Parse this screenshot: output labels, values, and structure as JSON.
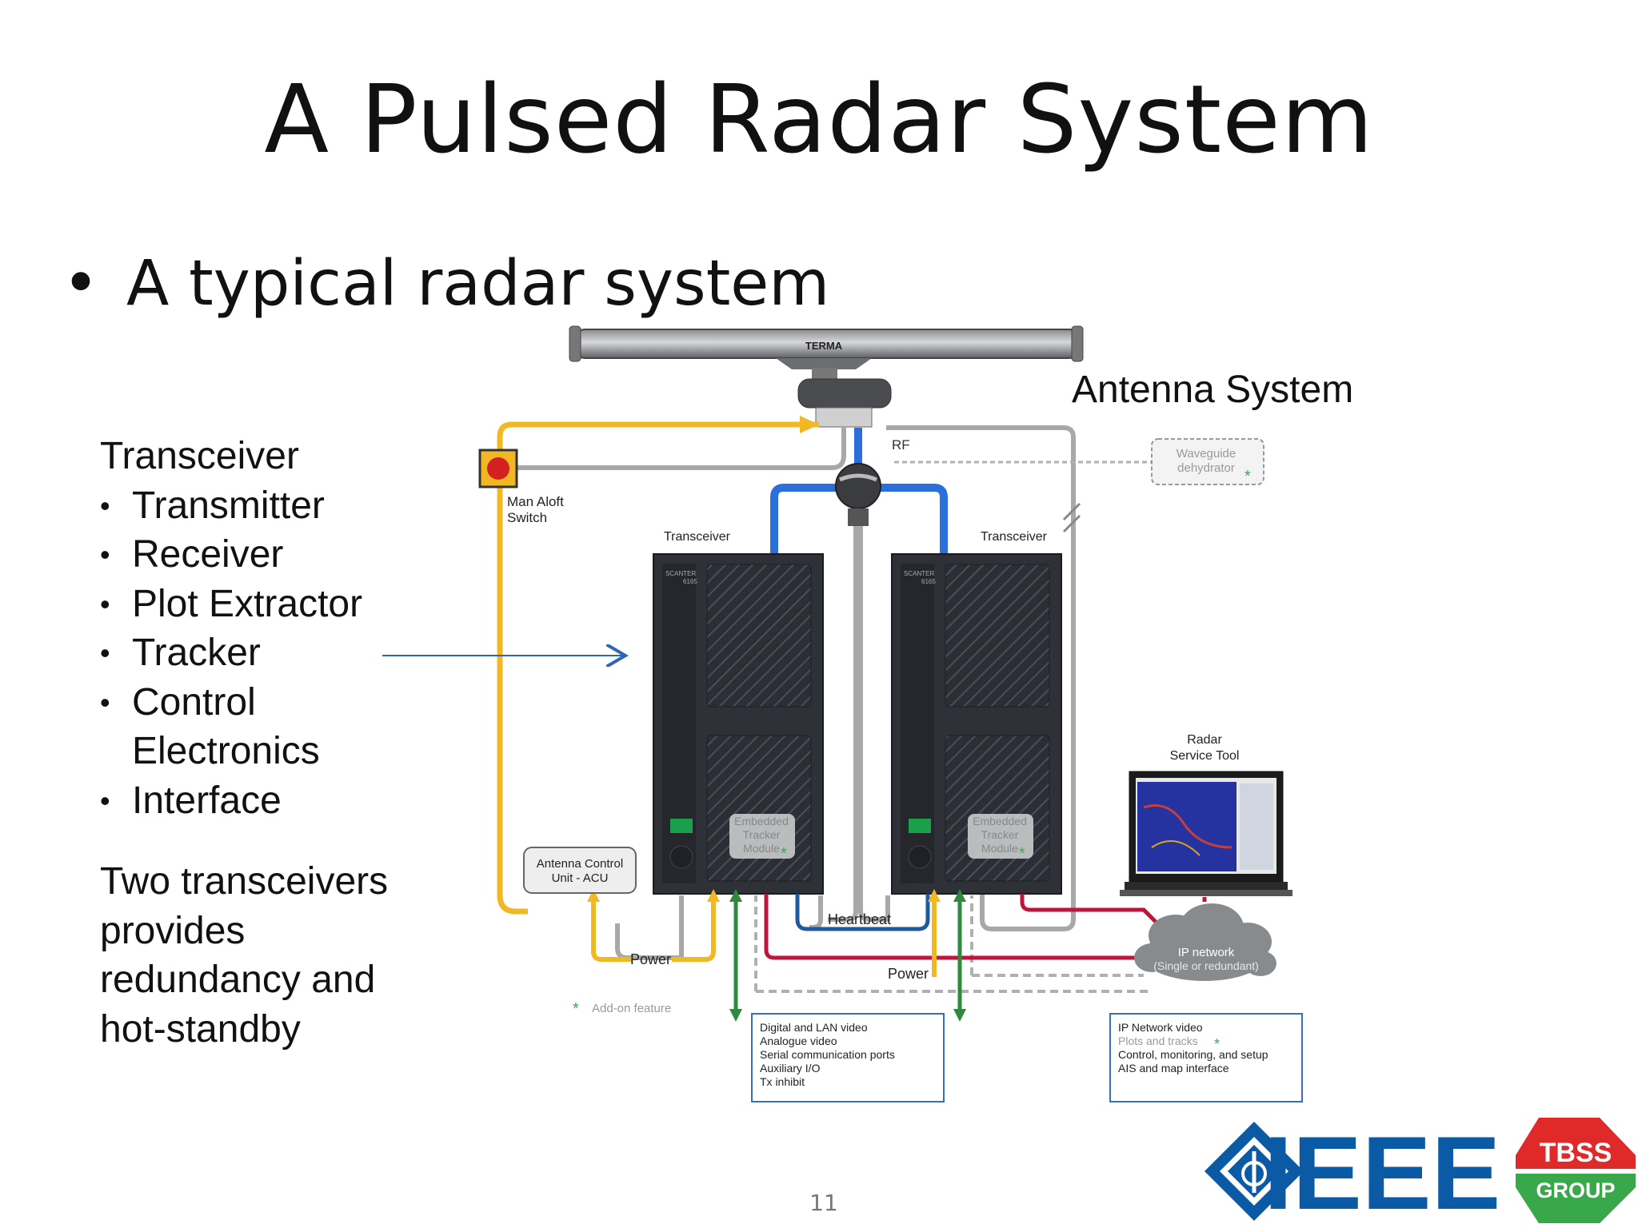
{
  "slide": {
    "title": "A Pulsed Radar System",
    "bullet": "A typical radar system",
    "bullet_marker": "•",
    "page_number": "11"
  },
  "left_panel": {
    "heading": "Transceiver",
    "items": [
      "Transmitter",
      "Receiver",
      "Plot Extractor",
      "Tracker",
      "Control",
      "Interface"
    ],
    "control_continuation": "Electronics",
    "note_lines": [
      "Two transceivers",
      "provides",
      "redundancy and",
      "hot-standby"
    ]
  },
  "diagram": {
    "antenna_system_label": "Antenna System",
    "antenna_brand": "TERMA",
    "rf_label": "RF",
    "man_aloft_switch": [
      "Man Aloft",
      "Switch"
    ],
    "waveguide_dehydrator": [
      "Waveguide",
      "dehydrator"
    ],
    "transceiver_label": "Transceiver",
    "scanter_label": [
      "SCANTER",
      "6165"
    ],
    "embedded_tracker": [
      "Embedded",
      "Tracker",
      "Module"
    ],
    "radar_service_tool": [
      "Radar",
      "Service Tool"
    ],
    "acu": [
      "Antenna Control",
      "Unit - ACU"
    ],
    "heartbeat_label": "Heartbeat",
    "power_label": "Power",
    "ip_network": [
      "IP network",
      "(Single or redundant)"
    ],
    "addon_feature": "Add-on feature",
    "box_left_lines": [
      "Digital and LAN video",
      "Analogue video",
      "Serial communication ports",
      "Auxiliary I/O",
      "Tx inhibit"
    ],
    "box_right_lines": [
      "IP Network video",
      "Plots and tracks",
      "Control, monitoring, and setup",
      "AIS and map interface"
    ],
    "colors": {
      "yellow": "#f2b824",
      "blue": "#2a6fdc",
      "gray": "#a8a8a8",
      "red": "#c0143c",
      "green": "#2e8b3e",
      "navy": "#1f5a9e",
      "dark_cabinet": "#2e3138"
    }
  },
  "logos": {
    "ieee": "IEEE",
    "tbss": [
      "TBSS",
      "GROUP"
    ]
  }
}
